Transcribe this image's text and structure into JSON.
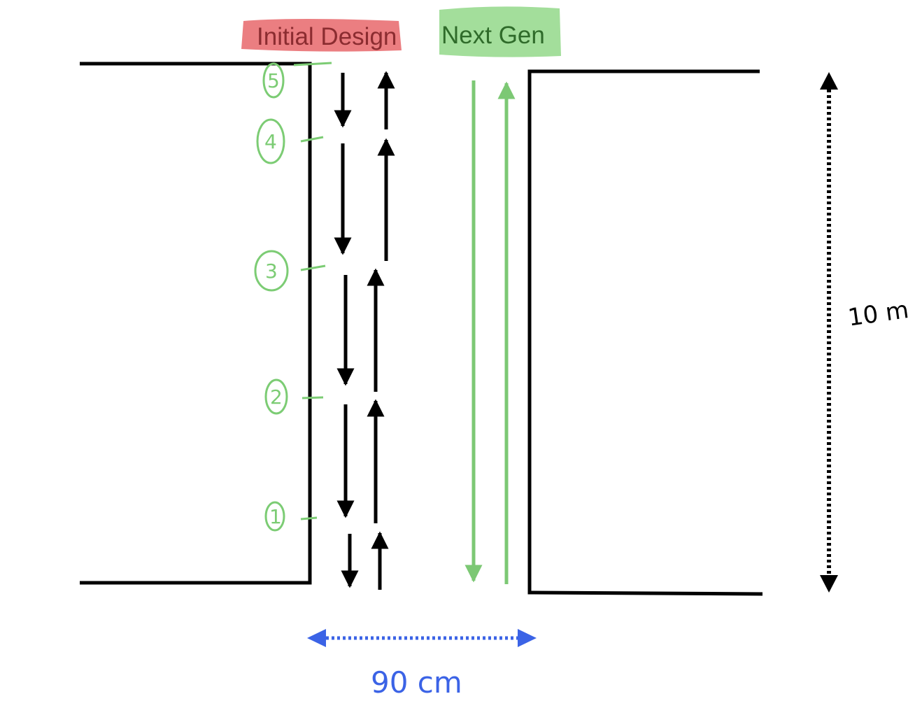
{
  "labels": {
    "initial_design": "Initial Design",
    "next_gen": "Next Gen",
    "height": "10 m",
    "width": "90 cm"
  },
  "stages": [
    "5",
    "4",
    "3",
    "2",
    "1"
  ],
  "colors": {
    "initial_highlight": "#e8676b",
    "next_highlight": "#93d88a",
    "green_arrows": "#7cc874",
    "stage_marks": "#7ccc74",
    "blue_dimension": "#3b63e6",
    "black": "#000000"
  }
}
